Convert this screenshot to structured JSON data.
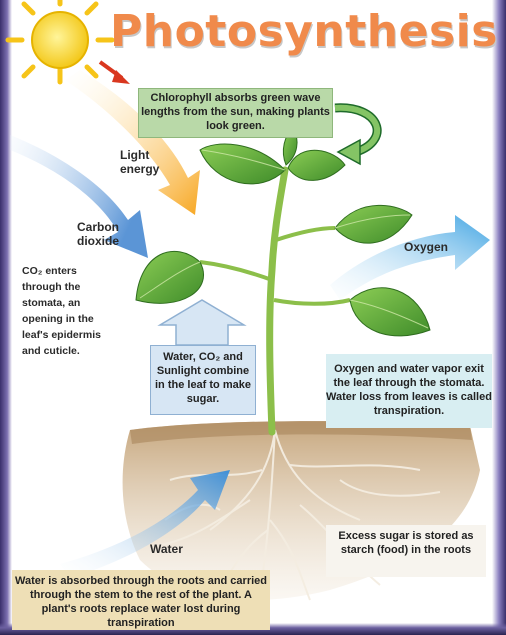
{
  "title": "Photosynthesis",
  "boxes": {
    "chlorophyll": "Chlorophyll absorbs green wave lengths from the sun, making plants look green.",
    "combine": "Water, CO₂ and Sunlight combine in the leaf to make sugar.",
    "oxygen_exit": "Oxygen and water vapor exit the leaf through the stomata. Water loss from leaves is called transpiration.",
    "water_absorbed": "Water is absorbed through the roots and carried through the stem to the rest of the plant.  A plant's roots replace water lost during transpiration",
    "excess_sugar": "Excess sugar is stored as starch (food) in the roots"
  },
  "labels": {
    "light_energy": "Light energy",
    "carbon_dioxide": "Carbon dioxide",
    "oxygen": "Oxygen",
    "water": "Water",
    "co2_enters": "CO₂ enters through the stomata, an opening in the leaf's epidermis and cuticle."
  },
  "colors": {
    "title": "#f08a4b",
    "sun": "#f6d21a",
    "light_arrow": "#f7b23a",
    "co2_arrow": "#6fa3dc",
    "oxygen_arrow": "#4ea8e0",
    "leaf": "#5faa3a",
    "soil": "#b89a74"
  },
  "icons": [
    "sun-icon",
    "red-arrow-icon",
    "curved-green-arrow-icon",
    "up-arrow-icon"
  ]
}
